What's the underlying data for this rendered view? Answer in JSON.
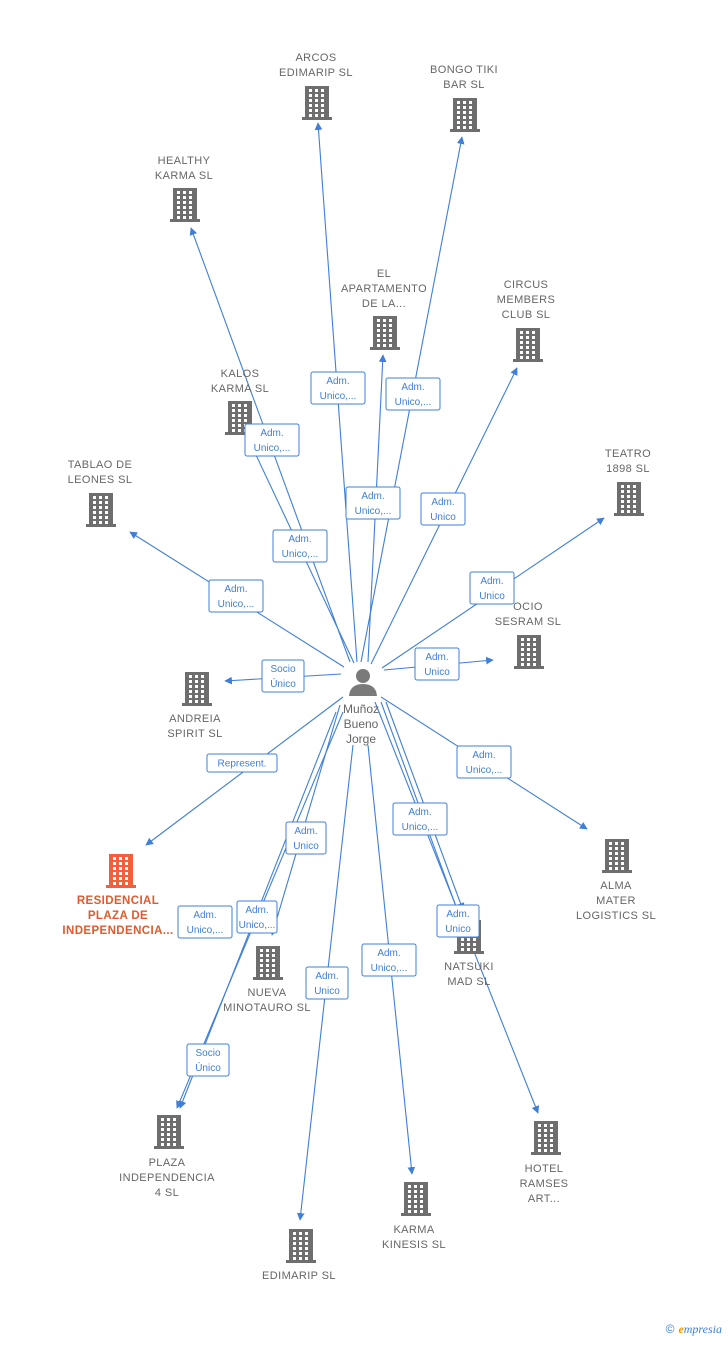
{
  "center": {
    "label_lines": [
      "Muñoz",
      "Bueno",
      "Jorge"
    ]
  },
  "nodes": [
    {
      "id": "arcos",
      "lines": [
        "ARCOS",
        "EDIMARIP  SL"
      ]
    },
    {
      "id": "bongo",
      "lines": [
        "BONGO TIKI",
        "BAR  SL"
      ]
    },
    {
      "id": "healthy",
      "lines": [
        "HEALTHY",
        "KARMA  SL"
      ]
    },
    {
      "id": "elapart",
      "lines": [
        "EL",
        "APARTAMENTO",
        "DE LA..."
      ]
    },
    {
      "id": "circus",
      "lines": [
        "CIRCUS",
        "MEMBERS",
        "CLUB  SL"
      ]
    },
    {
      "id": "kalos",
      "lines": [
        "KALOS",
        "KARMA  SL"
      ]
    },
    {
      "id": "tablao",
      "lines": [
        "TABLAO DE",
        "LEONES  SL"
      ]
    },
    {
      "id": "teatro",
      "lines": [
        "TEATRO",
        "1898  SL"
      ]
    },
    {
      "id": "ocio",
      "lines": [
        "OCIO",
        "SESRAM  SL"
      ]
    },
    {
      "id": "andreia",
      "lines": [
        "ANDREIA",
        "SPIRIT  SL"
      ]
    },
    {
      "id": "residencial",
      "lines": [
        "RESIDENCIAL",
        "PLAZA DE",
        "INDEPENDENCIA..."
      ],
      "main": true
    },
    {
      "id": "alma",
      "lines": [
        "ALMA",
        "MATER",
        "LOGISTICS  SL"
      ]
    },
    {
      "id": "natsuki",
      "lines": [
        "NATSUKI",
        "MAD  SL"
      ]
    },
    {
      "id": "nueva",
      "lines": [
        "NUEVA",
        "MINOTAURO SL"
      ]
    },
    {
      "id": "plaza4",
      "lines": [
        "PLAZA",
        "INDEPENDENCIA",
        "4 SL"
      ]
    },
    {
      "id": "hotel",
      "lines": [
        "HOTEL",
        "RAMSES",
        "ART..."
      ]
    },
    {
      "id": "karma",
      "lines": [
        "KARMA",
        "KINESIS  SL"
      ]
    },
    {
      "id": "edimarip",
      "lines": [
        "EDIMARIP  SL"
      ]
    }
  ],
  "edges": [
    {
      "to": "arcos",
      "label_lines": [
        "Adm.",
        "Unico,..."
      ]
    },
    {
      "to": "bongo",
      "label_lines": [
        "Adm.",
        "Unico,..."
      ]
    },
    {
      "to": "healthy",
      "label_lines": [
        "Adm.",
        "Unico,..."
      ]
    },
    {
      "to": "elapart",
      "label_lines": [
        "Adm.",
        "Unico,..."
      ]
    },
    {
      "to": "circus",
      "label_lines": [
        "Adm.",
        "Unico"
      ]
    },
    {
      "to": "kalos",
      "label_lines": [
        "Adm.",
        "Unico,..."
      ]
    },
    {
      "to": "tablao",
      "label_lines": [
        "Adm.",
        "Unico,..."
      ]
    },
    {
      "to": "teatro",
      "label_lines": [
        "Adm.",
        "Unico"
      ]
    },
    {
      "to": "ocio",
      "label_lines": [
        "Adm.",
        "Unico"
      ]
    },
    {
      "to": "andreia",
      "label_lines": [
        "Socio",
        "Único"
      ]
    },
    {
      "to": "residencial",
      "label_lines": [
        "Represent."
      ]
    },
    {
      "to": "alma",
      "label_lines": [
        "Adm.",
        "Unico,..."
      ]
    },
    {
      "to": "natsuki",
      "label_lines": [
        "Adm.",
        "Unico,..."
      ]
    },
    {
      "to": "natsuki",
      "label_lines": [
        "Adm.",
        "Unico"
      ]
    },
    {
      "to": "nueva",
      "label_lines": [
        "Adm.",
        "Unico"
      ]
    },
    {
      "to": "plaza4",
      "label_lines": [
        "Adm.",
        "Unico,..."
      ]
    },
    {
      "to": "plaza4",
      "label_lines": [
        "Socio",
        "Único"
      ]
    },
    {
      "to": "hotel",
      "label_lines": [
        "Adm.",
        "Unico,..."
      ]
    },
    {
      "to": "edimarip",
      "label_lines": [
        "Adm.",
        "Unico"
      ]
    },
    {
      "to": "karma",
      "label_lines": [
        "Adm.",
        "Unico,..."
      ]
    }
  ],
  "colors": {
    "edge": "#3f7fd9",
    "building": "#6e6e6e",
    "main_building": "#f0603a",
    "person": "#7a7a7a"
  },
  "footer": {
    "copyright": "©",
    "brand_e": "e",
    "brand_rest": "mpresia"
  }
}
